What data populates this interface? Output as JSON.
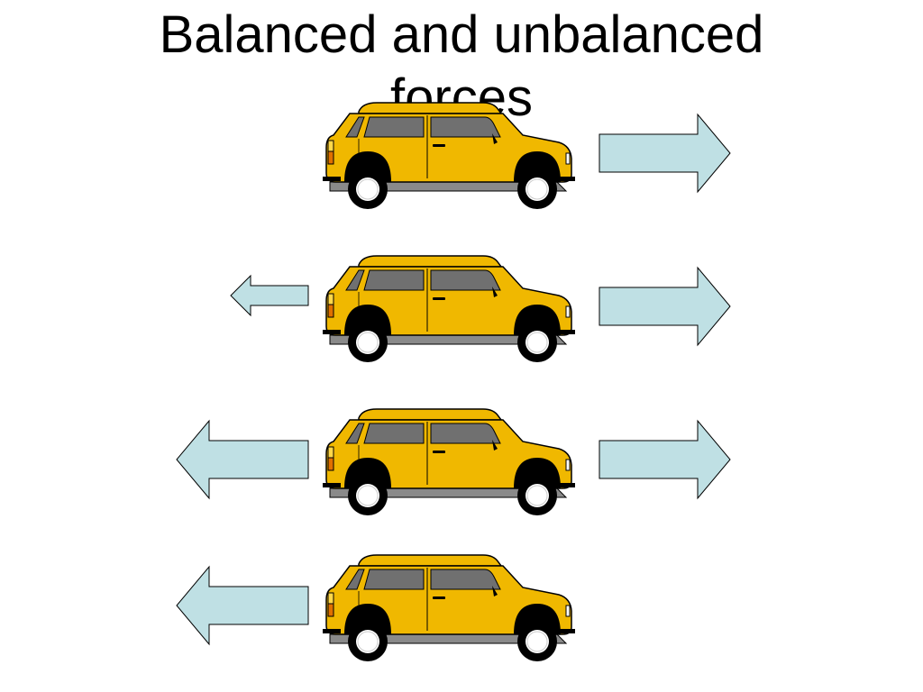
{
  "title": {
    "line1": "Balanced and unbalanced",
    "line2": "forces"
  },
  "colors": {
    "car_body": "#f0b800",
    "car_window": "#707070",
    "arrow_fill": "#bfe0e4",
    "outline": "#000000"
  },
  "rows": [
    {
      "left_arrow": "none",
      "right_arrow": "large"
    },
    {
      "left_arrow": "small",
      "right_arrow": "large"
    },
    {
      "left_arrow": "large",
      "right_arrow": "large"
    },
    {
      "left_arrow": "large",
      "right_arrow": "none"
    }
  ],
  "icons": {
    "car": "car-icon",
    "arrow": "arrow-icon"
  }
}
